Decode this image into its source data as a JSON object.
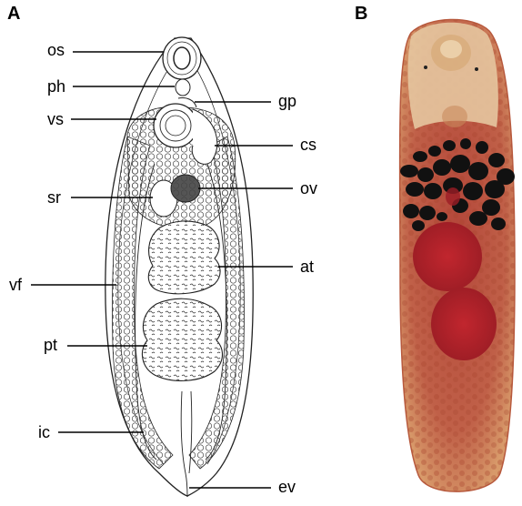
{
  "panels": {
    "a": "A",
    "b": "B"
  },
  "labels": {
    "os": "os",
    "ph": "ph",
    "vs": "vs",
    "sr": "sr",
    "vf": "vf",
    "pt": "pt",
    "ic": "ic",
    "gp": "gp",
    "cs": "cs",
    "ov": "ov",
    "at": "at",
    "ev": "ev"
  },
  "colors": {
    "drawing_line": "#222222",
    "photo_body": "#c9704f",
    "photo_edge": "#b85a3e",
    "photo_head": "#e6c7a0",
    "photo_testis": "#b3252c",
    "photo_vitellaria": "#111111"
  }
}
